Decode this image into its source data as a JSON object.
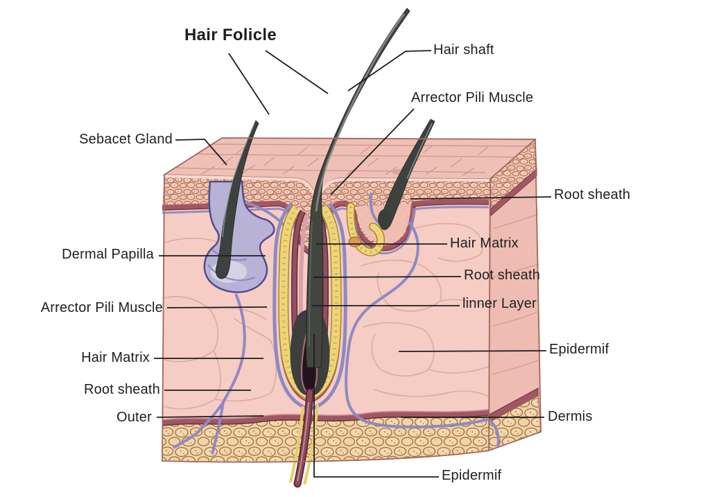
{
  "figure": {
    "type": "anatomical-diagram",
    "subject": "Hair follicle cross-section of skin (3D block illustration)",
    "background": "#ffffff"
  },
  "title": {
    "text": "Hair Folicle"
  },
  "labels": {
    "hair_shaft": "Hair shaft",
    "arrector_pili_muscle_top": "Arrector Pili Muscle",
    "sebacet_gland": "Sebacet Gland",
    "root_sheath_top_right": "Root sheath",
    "dermal_papilla": "Dermal Papilla",
    "hair_matrix_right": "Hair Matrix",
    "root_sheath_mid_right": "Root sheath",
    "arrector_pili_muscle_left": "Arrector Pili Muscle",
    "inner_layer_right": "linner Layer",
    "hair_matrix_left": "Hair Matrix",
    "epidermis_right": "Epidermif",
    "root_sheath_left": "Root sheath",
    "outer_left": "Outer",
    "dermis_right": "Dermis",
    "epidermis_bottom": "Epidermif"
  },
  "palette": {
    "background": "#ffffff",
    "label_text": "#1e1e1e",
    "leader_line": "#1c1c1c",
    "skin_top_face": "#efc0b5",
    "skin_front_face": "#f5cdc4",
    "skin_side_face": "#eebcb2",
    "epidermis_band": "#eec2ab",
    "basal_band_maroon": "#a25763",
    "subcutis_tan": "#f0d2a4",
    "hair_dark": "#3e423e",
    "outer_sheath_yellow": "#eed577",
    "inner_sheath_maroon": "#94505e",
    "vessel_blue": "#8f89c2",
    "gland_lavender": "#b8b2d7",
    "papilla_maroon": "#8d4a59"
  }
}
